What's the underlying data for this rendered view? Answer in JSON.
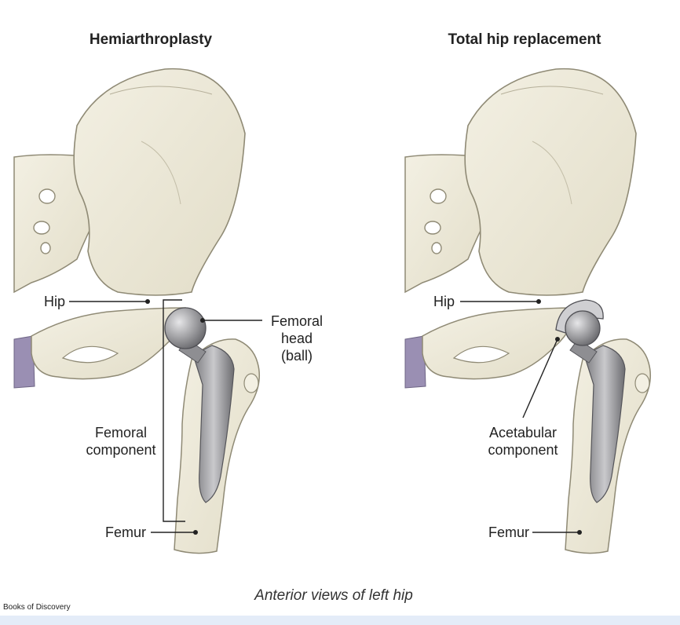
{
  "panels": {
    "left": {
      "title": "Hemiarthroplasty",
      "hip_label": "Hip",
      "femoral_head_lines": [
        "Femoral",
        "head",
        "(ball)"
      ],
      "femoral_component_lines": [
        "Femoral",
        "component"
      ],
      "femur_label": "Femur"
    },
    "right": {
      "title": "Total hip replacement",
      "hip_label": "Hip",
      "acetabular_component_lines": [
        "Acetabular",
        "component"
      ],
      "femur_label": "Femur"
    }
  },
  "caption": "Anterior views of left hip",
  "credit": "Books of Discovery",
  "colors": {
    "bone": "#ece8d8",
    "bone_outline": "#8f8a75",
    "implant": "#a9a9ab",
    "implant_dark": "#6f6f73",
    "cushion": "#9a8fb3",
    "band": "#e4ecf8"
  }
}
